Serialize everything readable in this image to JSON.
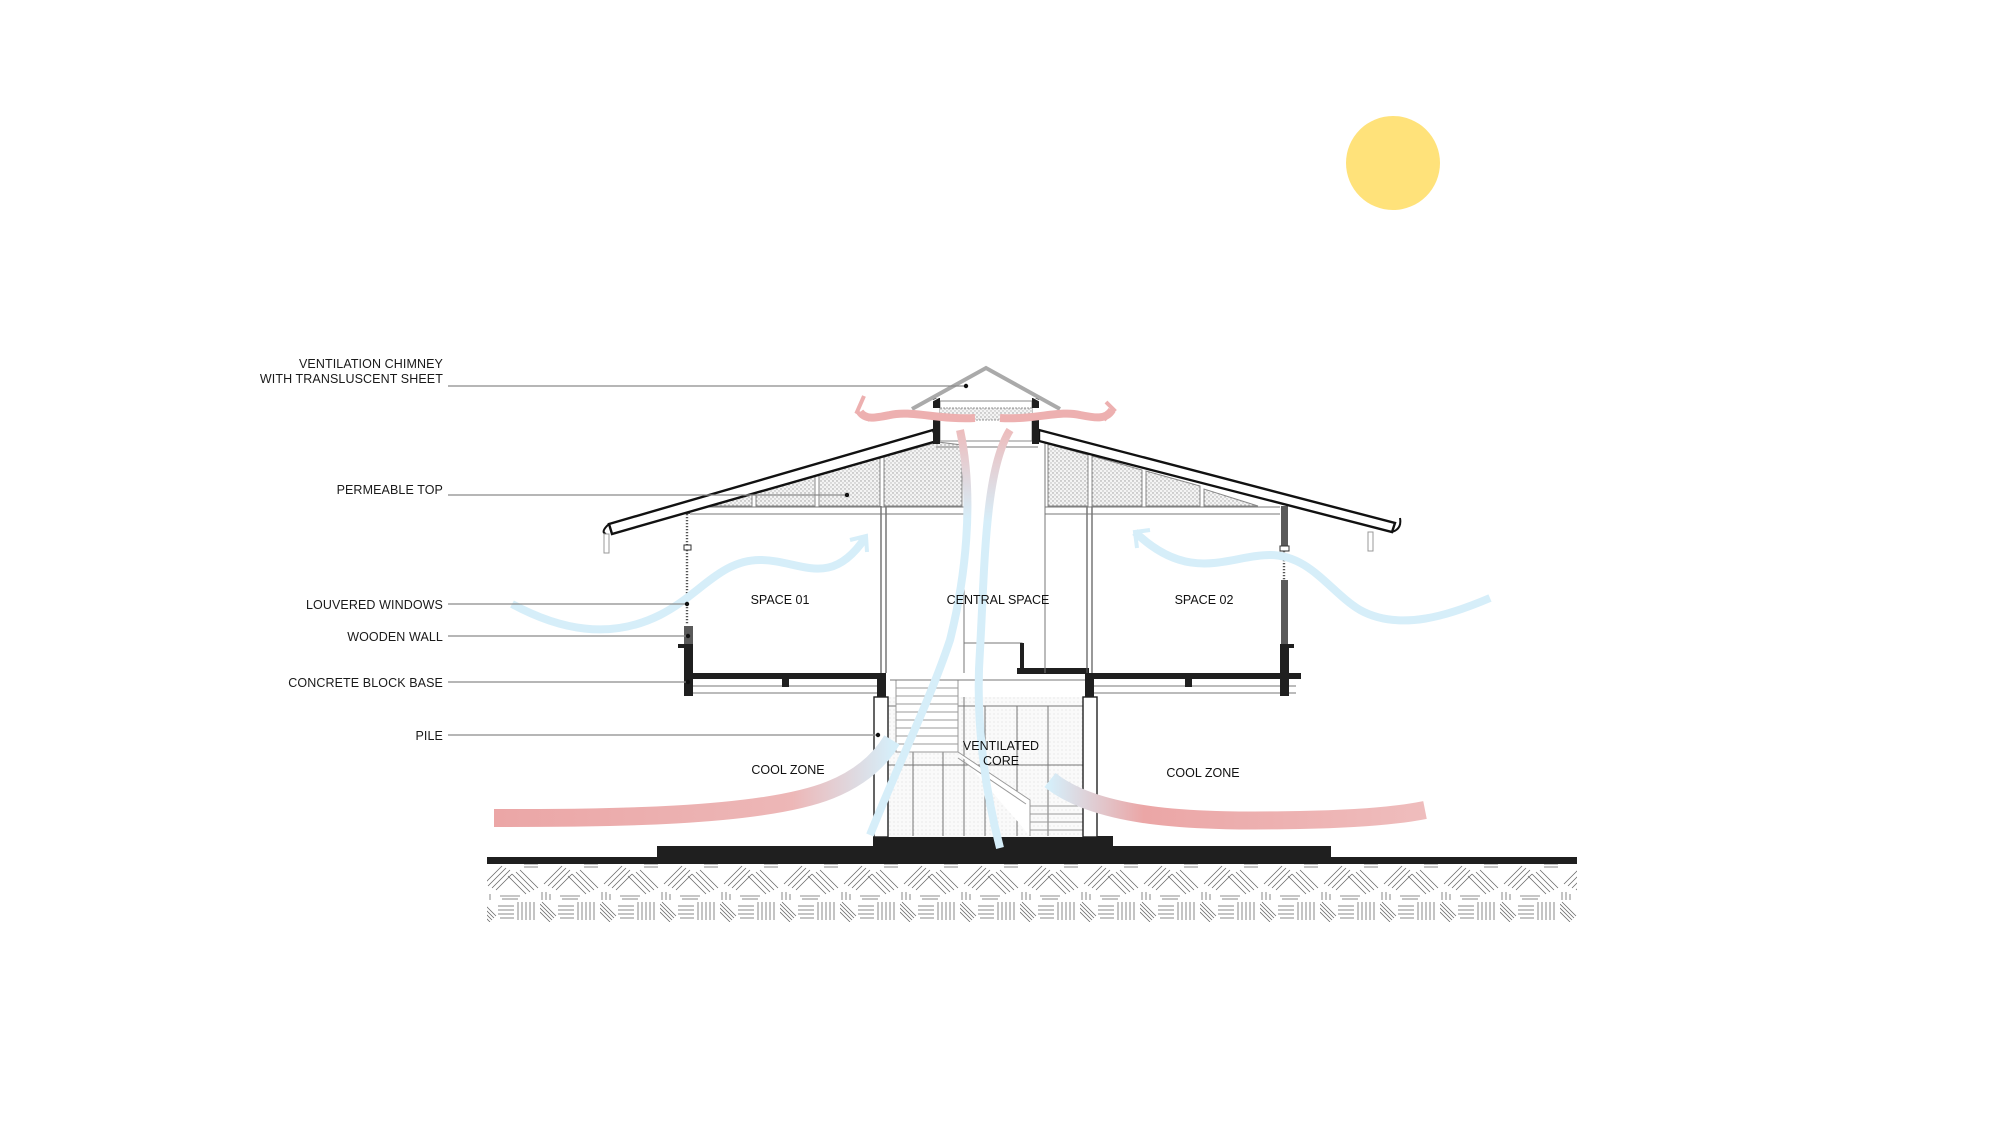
{
  "diagram": {
    "type": "architectural-section",
    "subject": "Passive ventilation building section"
  },
  "annotations": {
    "chimney_line1": "VENTILATION CHIMNEY",
    "chimney_line2": "WITH TRANSLUSCENT SHEET",
    "permeable_top": "PERMEABLE TOP",
    "louvered_windows": "LOUVERED WINDOWS",
    "wooden_wall": "WOODEN WALL",
    "concrete_block_base": "CONCRETE BLOCK BASE",
    "pile": "PILE"
  },
  "spaces": {
    "space_01": "SPACE 01",
    "central_space": "CENTRAL SPACE",
    "space_02": "SPACE 02",
    "ventilated_core_line1": "VENTILATED",
    "ventilated_core_line2": "CORE",
    "cool_zone_left": "COOL ZONE",
    "cool_zone_right": "COOL ZONE"
  },
  "colors": {
    "sun": "#FFE27A",
    "cool_air": "#D6EEF9",
    "warm_air": "#EBA6A6",
    "structure": "#1F1F1F",
    "wood": "#5A5A5A",
    "leader": "#8A8A8A"
  },
  "icons": {
    "sun": "sun-icon",
    "airflow_cool": "cool-air-arrow-icon",
    "airflow_warm": "warm-air-arrow-icon"
  }
}
